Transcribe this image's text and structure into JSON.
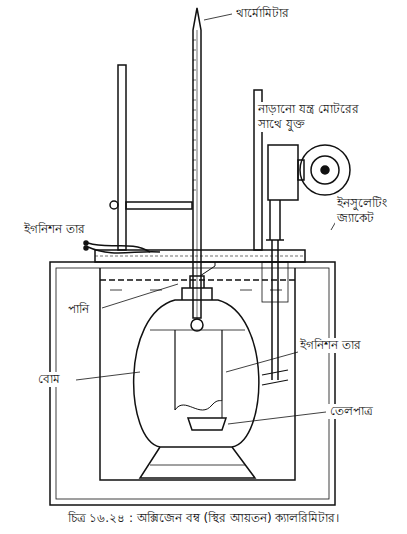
{
  "diagram": {
    "caption": "চিত্র ১৬.২৪ : অক্সিজেন বম্ব (স্থির আয়তন) ক্যালরিমিটার।",
    "labels": [
      "থার্মোমিটার",
      "নাড়ানো যন্ত্র মোটরের সাথে যুক্ত",
      "ইগনিশন তার",
      "ইনসুলেটিং জ্যাকেট",
      "পানি",
      "বোম",
      "ইগনিশন তার",
      "তেলপাত্র"
    ]
  }
}
